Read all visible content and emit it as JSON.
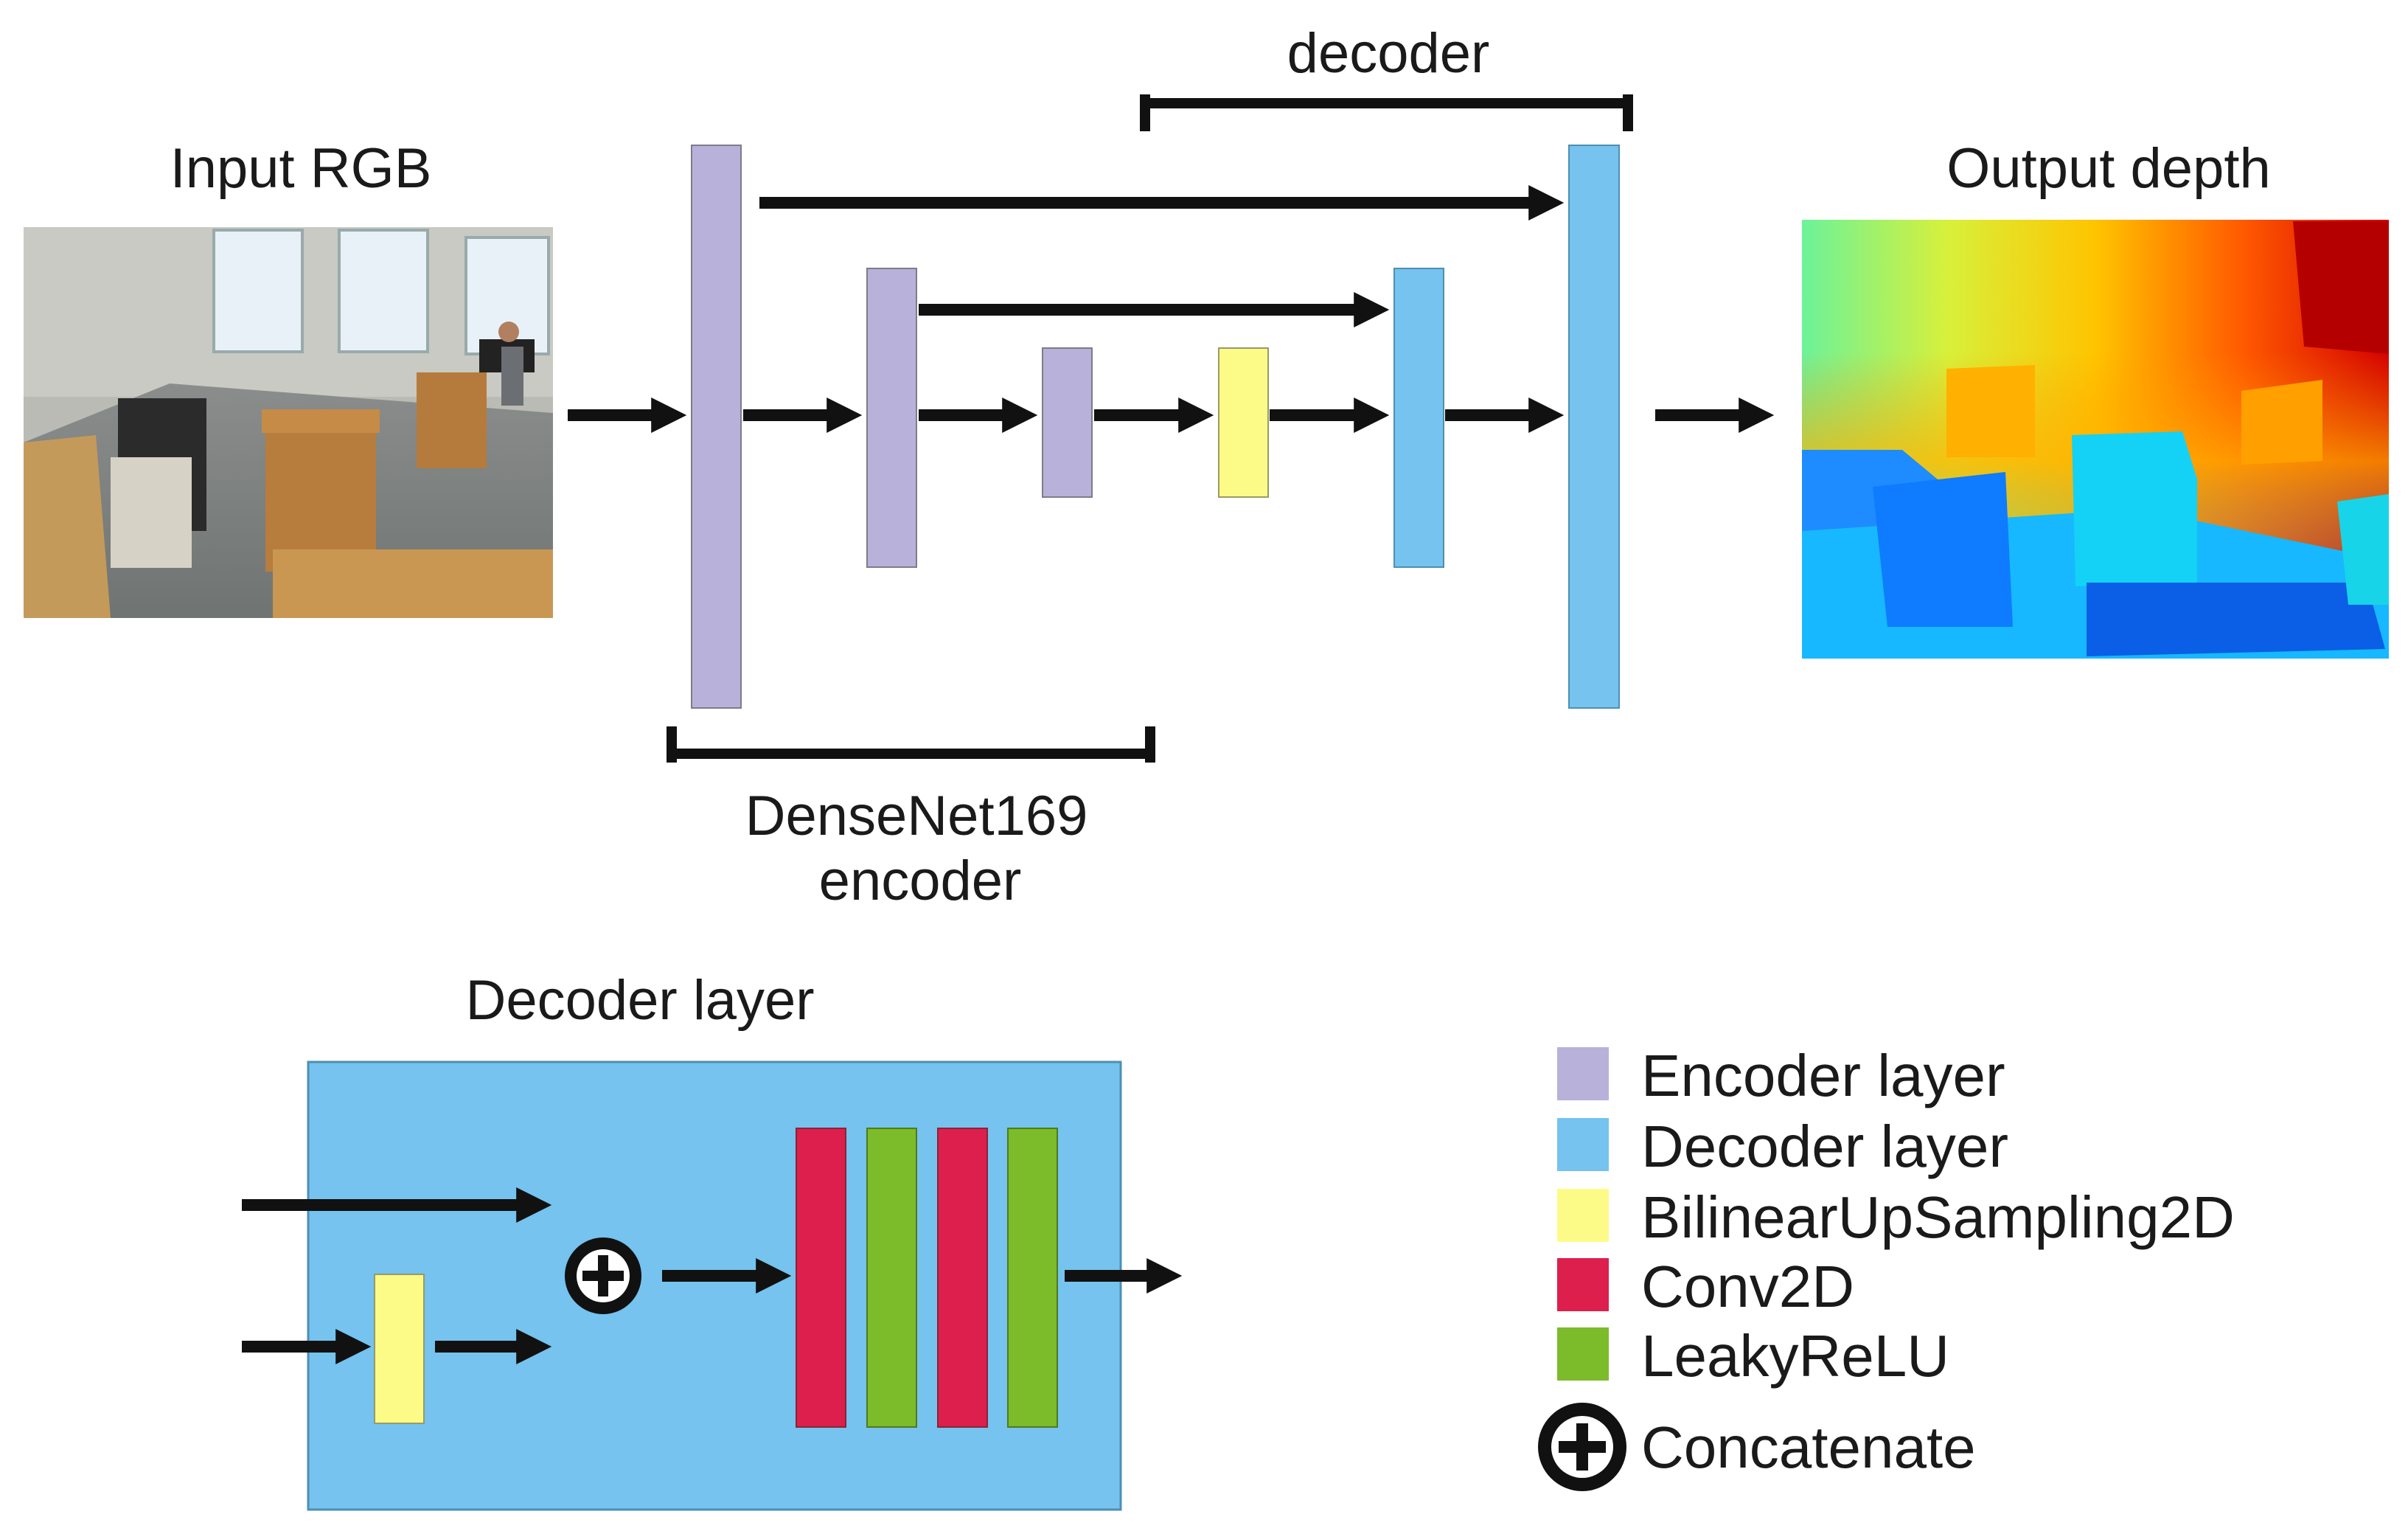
{
  "architecture": {
    "input_label": "Input RGB",
    "output_label": "Output depth",
    "decoder_bracket_label": "decoder",
    "encoder_bracket_label_line1": "DenseNet169",
    "encoder_bracket_label_line2": "encoder"
  },
  "decoder_layer_detail": {
    "title": "Decoder layer"
  },
  "legend": {
    "items": [
      {
        "label": "Encoder layer",
        "color": "#b8b1d9"
      },
      {
        "label": "Decoder layer",
        "color": "#75c3ee"
      },
      {
        "label": "BilinearUpSampling2D",
        "color": "#fdfb87"
      },
      {
        "label": "Conv2D",
        "color": "#dc1f4c"
      },
      {
        "label": "LeakyReLU",
        "color": "#7cbb2a"
      }
    ],
    "concat_label": "Concatenate"
  },
  "icons": {
    "concat": "circled-plus-icon"
  }
}
